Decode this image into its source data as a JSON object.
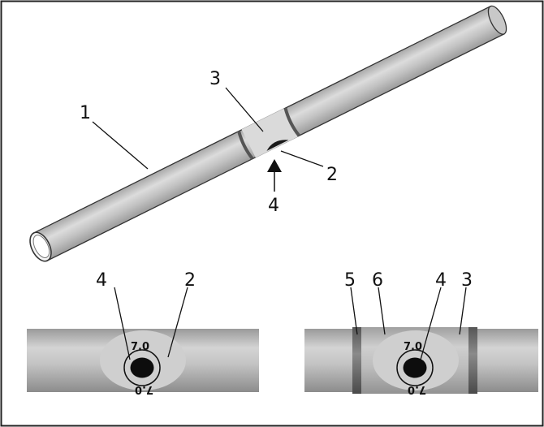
{
  "callouts": {
    "main": [
      "1",
      "3",
      "2",
      "4"
    ],
    "detail_left": [
      "4",
      "2"
    ],
    "detail_right": [
      "5",
      "6",
      "4",
      "3"
    ]
  },
  "orifice": {
    "marking_top": "7.0",
    "marking_bottom": "7.0"
  },
  "colors": {
    "pipe_body": "#b3b3b3",
    "pipe_light": "#d9d9d9",
    "pipe_dark": "#8f8f8f",
    "hole": "#0d0d0d",
    "border": "#222222"
  }
}
